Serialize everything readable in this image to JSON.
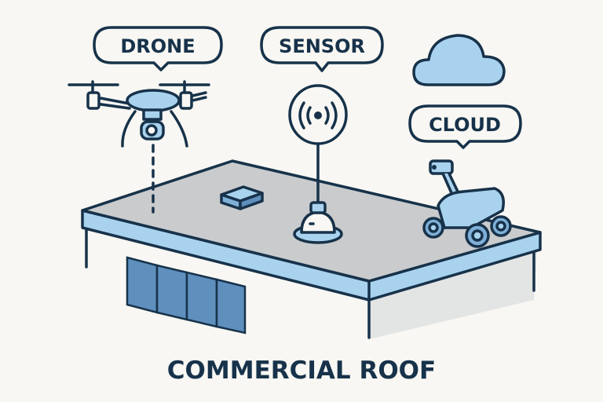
{
  "labels": {
    "drone": "DRONE",
    "sensor": "SENSOR",
    "cloud": "CLOUD"
  },
  "title": "COMMERCIAL ROOF",
  "colors": {
    "ink": "#17324a",
    "blue": "#a9d2ee",
    "roof": "#c9cbcd",
    "window": "#5e8fbd",
    "background": "#f8f7f3"
  }
}
